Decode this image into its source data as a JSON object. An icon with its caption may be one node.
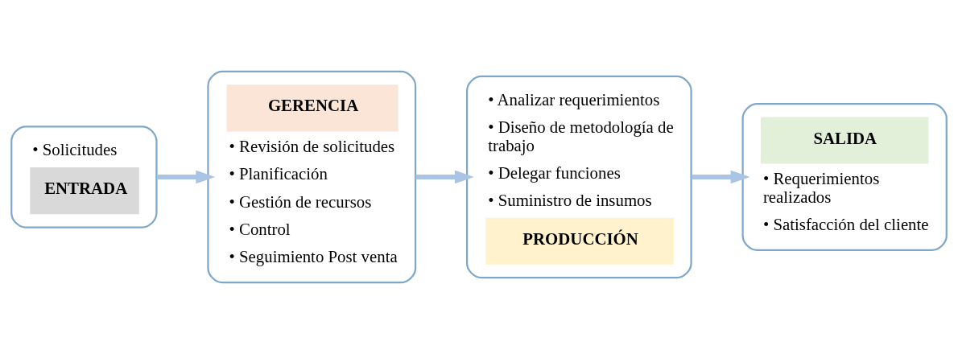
{
  "diagram": {
    "nodes": [
      {
        "text": [
          "• Solicitudes",
          "ENTRADA"
        ]
      },
      {
        "text": [
          "GERENCIA",
          "• Revisión de solicitudes",
          "• Planificación",
          "• Gestión de recursos",
          "• Control",
          "• Seguimiento Post venta"
        ]
      },
      {
        "text": [
          "• Analizar requerimientos",
          "• Diseño de metodología de trabajo",
          "• Delegar funciones",
          "• Suministro de insumos",
          "PRODUCCIÓN"
        ]
      },
      {
        "text": [
          "SALIDA",
          "• Requerimientos realizados",
          "• Satisfacción del cliente"
        ]
      }
    ],
    "edges": [
      {
        "from": 0,
        "to": 1,
        "arrow": "to"
      },
      {
        "from": 1,
        "to": 2,
        "arrow": "to"
      },
      {
        "from": 2,
        "to": 3,
        "arrow": "to"
      }
    ]
  }
}
